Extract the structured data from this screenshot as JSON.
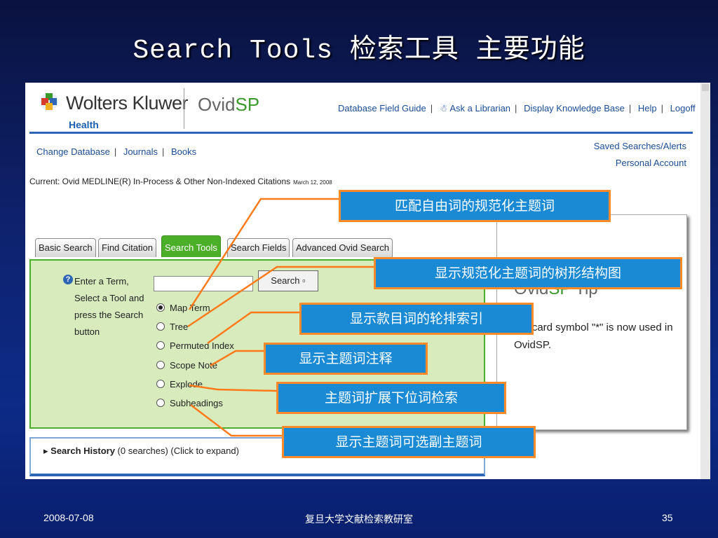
{
  "slide": {
    "title": "Search Tools 检索工具  主要功能",
    "footer_date": "2008-07-08",
    "footer_org": "复旦大学文献检索教研室",
    "page_number": "35"
  },
  "screenshot": {
    "brand": {
      "name": "Wolters Kluwer",
      "sub": "Health",
      "ovid": "Ovid",
      "ovid_sp": "SP"
    },
    "top_links": [
      "Database Field Guide",
      "Ask a Librarian",
      "Display Knowledge Base",
      "Help",
      "Logoff"
    ],
    "subnav": [
      "Change Database",
      "Journals",
      "Books"
    ],
    "right_links": [
      "Saved Searches/Alerts",
      "Personal Account"
    ],
    "current_db": "Current: Ovid MEDLINE(R) In-Process & Other Non-Indexed Citations",
    "current_date": "March 12, 2008",
    "tabs": [
      "Basic Search",
      "Find Citation",
      "Search Tools",
      "Search Fields",
      "Advanced Ovid Search"
    ],
    "active_tab": "Search Tools",
    "instructions": "Enter a Term, Select a Tool and press the Search button",
    "search_button": "Search ▫",
    "term_value": "",
    "options": [
      "Map Term",
      "Tree",
      "Permuted Index",
      "Scope Note",
      "Explode",
      "Subheadings"
    ],
    "selected_option": "Map Term",
    "tip": {
      "title": "Ovid",
      "title_sp": "SP",
      "title_tail": " Tip",
      "text": "wildcard symbol \"*\" is now used in OvidSP."
    },
    "history": {
      "label": "Search History",
      "detail": "(0 searches) (Click to expand)"
    }
  },
  "callouts": [
    {
      "text": "匹配自由词的规范化主题词"
    },
    {
      "text": "显示规范化主题词的树形结构图"
    },
    {
      "text": "显示款目词的轮排索引"
    },
    {
      "text": "显示主题词注释"
    },
    {
      "text": "主题词扩展下位词检索"
    },
    {
      "text": "显示主题词可选副主题词"
    }
  ],
  "colors": {
    "accent_green": "#4caf2a",
    "callout_fill": "#1a8ad4",
    "callout_border": "#ff8a2a",
    "link_blue": "#1a4c96"
  }
}
